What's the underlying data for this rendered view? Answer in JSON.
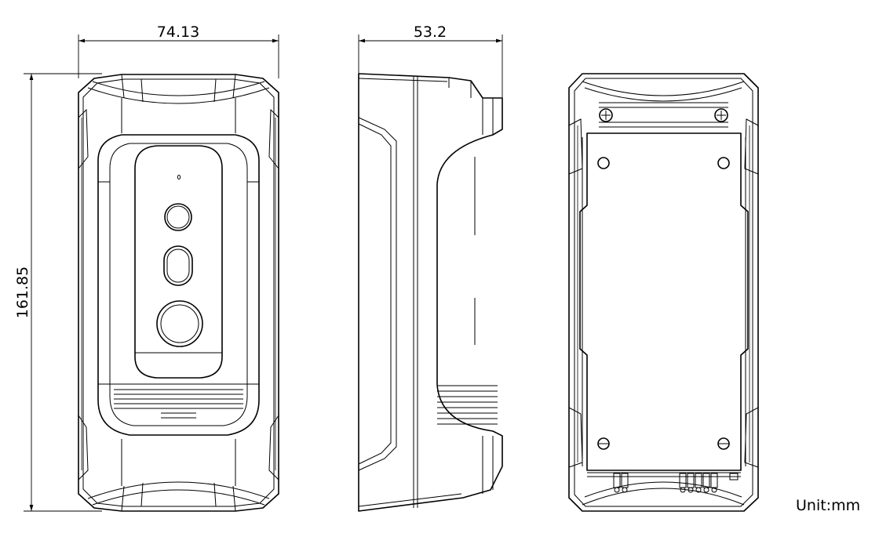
{
  "dimensions": {
    "front_width": "74.13",
    "side_depth": "53.2",
    "height": "161.85"
  },
  "unit_label": "Unit:mm",
  "views": [
    "front-view",
    "side-view",
    "rear-view"
  ]
}
